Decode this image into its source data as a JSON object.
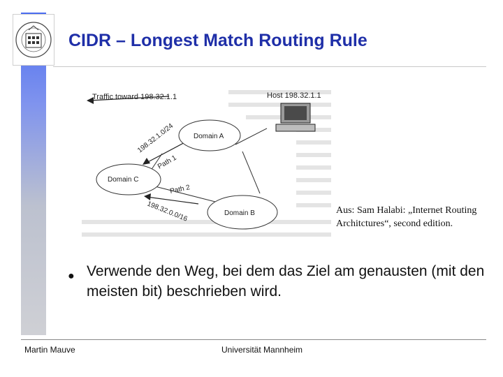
{
  "slide": {
    "title": "CIDR – Longest Match Routing Rule",
    "caption": "Aus: Sam Halabi: „Internet Routing Architctures“, second edition.",
    "bullet": "Verwende den Weg, bei dem das Ziel am genausten (mit den meisten bit) beschrieben wird.",
    "footer_left": "Martin Mauve",
    "footer_center": "Universität Mannheim"
  },
  "diagram": {
    "traffic_label": "Traffic toward 198.32.1.1",
    "host_label": "Host 198.32.1.1",
    "domain_a": "Domain A",
    "domain_b": "Domain B",
    "domain_c": "Domain C",
    "route_1": "198.32.1.0/24",
    "path_1": "Path 1",
    "path_2": "Path 2",
    "route_2": "198.32.0.0/16"
  },
  "colors": {
    "title": "#1f2fa8",
    "sidebar_top": "#4a6cf0",
    "sidebar_bottom": "#cfd0d5"
  }
}
